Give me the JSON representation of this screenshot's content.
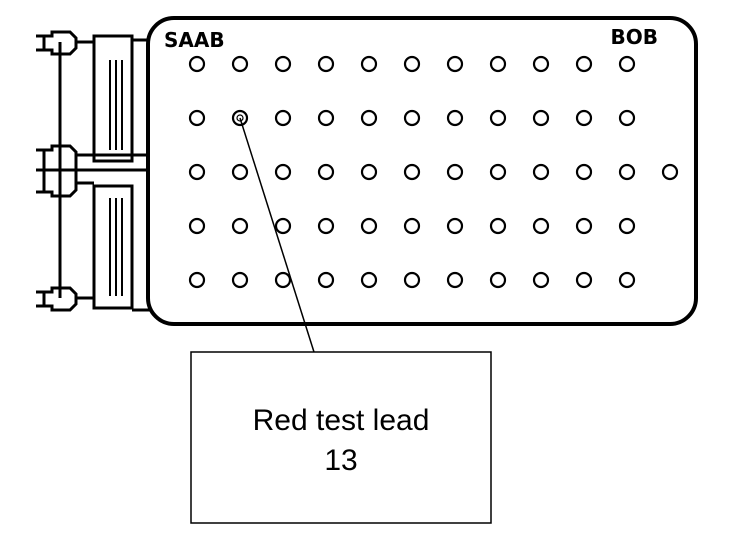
{
  "board": {
    "brand_label": "SAAB",
    "model_label": "BOB",
    "grid": {
      "rows": 5,
      "row_counts": [
        11,
        11,
        12,
        11,
        11
      ]
    },
    "highlighted_socket": {
      "row": 2,
      "column": 2
    }
  },
  "callout": {
    "line1": "Red test lead",
    "line2": "13"
  },
  "colors": {
    "stroke": "#000000",
    "background": "#ffffff"
  }
}
